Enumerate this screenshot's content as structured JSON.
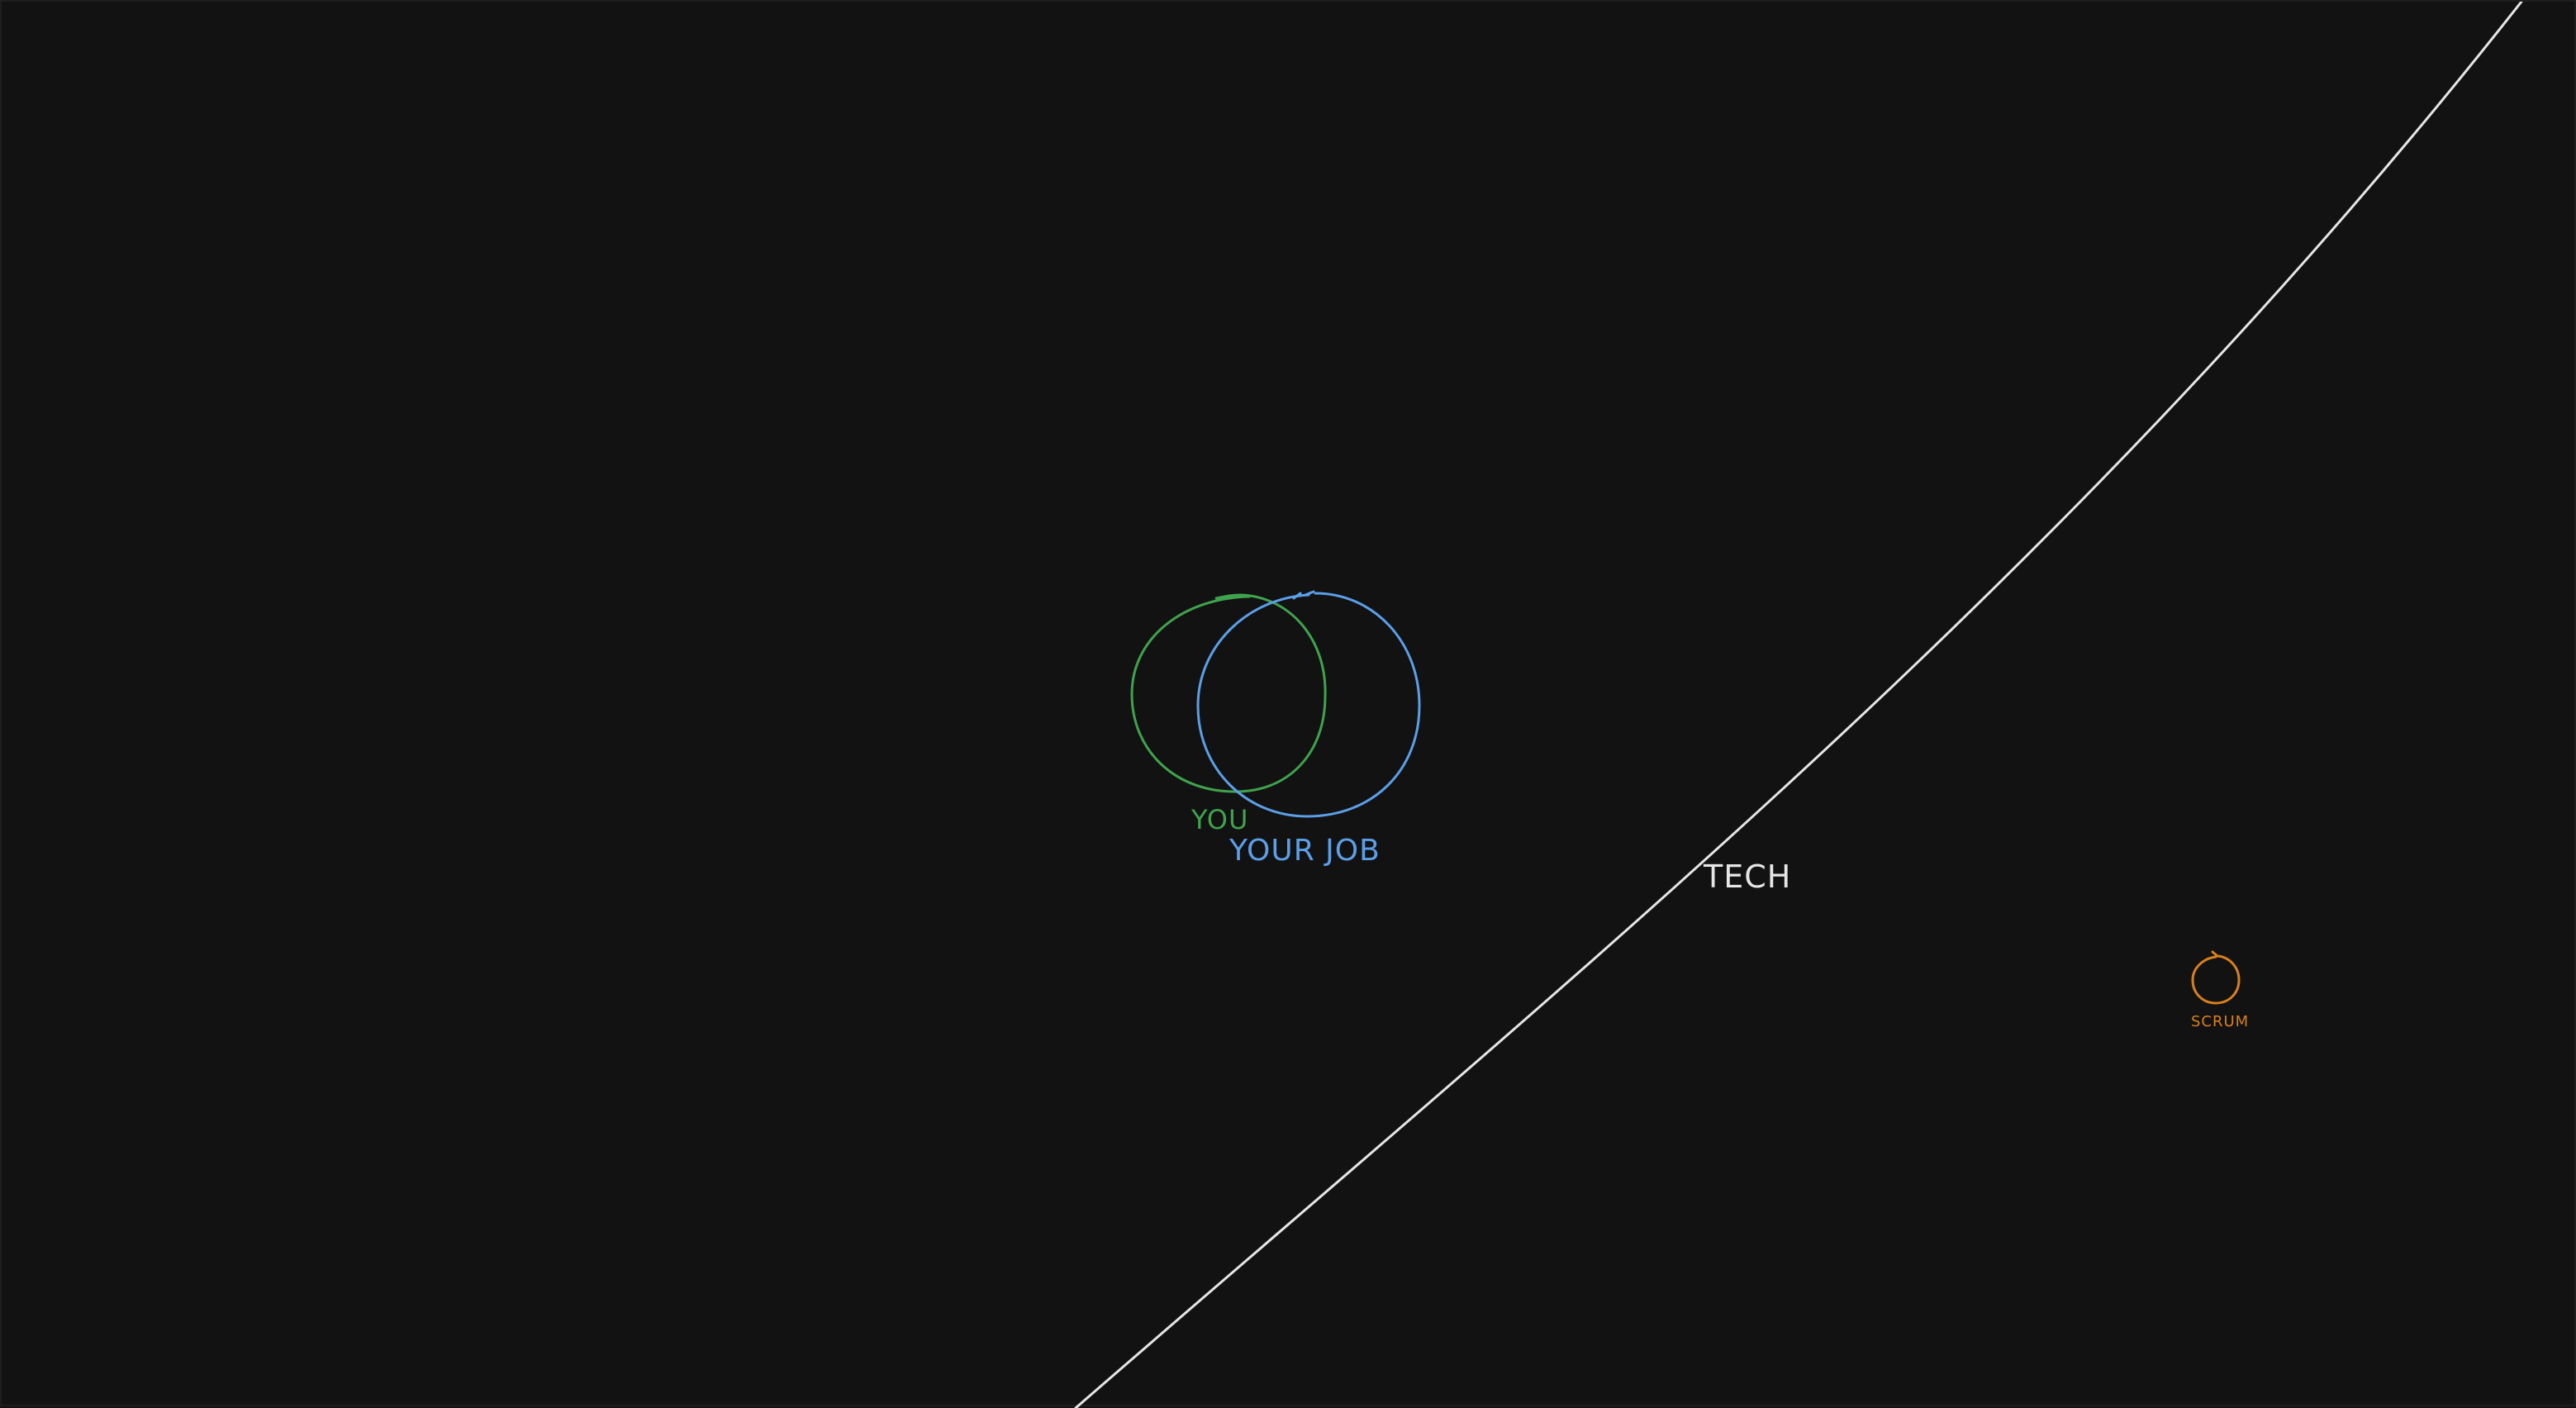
{
  "labels": {
    "you": "YOU",
    "your_job": "YOUR JOB",
    "tech": "TECH",
    "scrum": "SCRUM"
  },
  "colors": {
    "background": "#121212",
    "you": "#3fa34d",
    "your_job": "#5b9fe8",
    "tech": "#e6e6e6",
    "scrum": "#d9801e"
  }
}
